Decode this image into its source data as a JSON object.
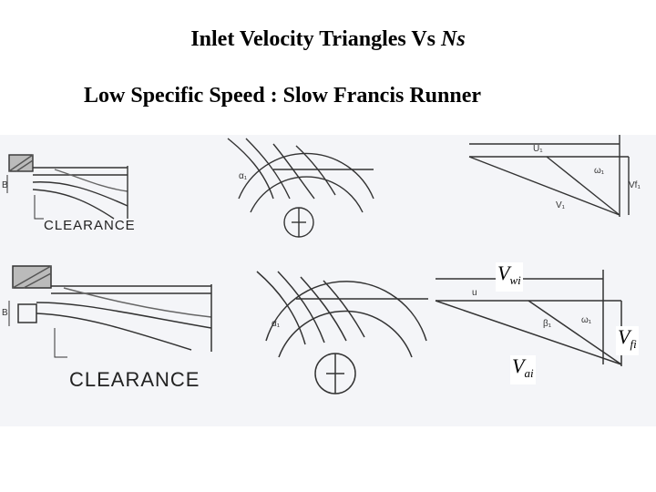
{
  "header": {
    "title": "Inlet Velocity Triangles Vs ",
    "title_symbol": "Ns",
    "subtitle": "Low Specific Speed : Slow Francis Runner"
  },
  "diagram": {
    "top_row": {
      "clearance_label": "CLEARANCE"
    },
    "bottom_row": {
      "clearance_label": "CLEARANCE"
    },
    "labels": {
      "vwi": {
        "base": "V",
        "sub": "wi"
      },
      "vfi": {
        "base": "V",
        "sub": "fi"
      },
      "vai": {
        "base": "V",
        "sub": "ai"
      }
    }
  },
  "colors": {
    "background": "#ffffff",
    "figure_tint": "#f3f4f7",
    "ink": "#333333"
  }
}
